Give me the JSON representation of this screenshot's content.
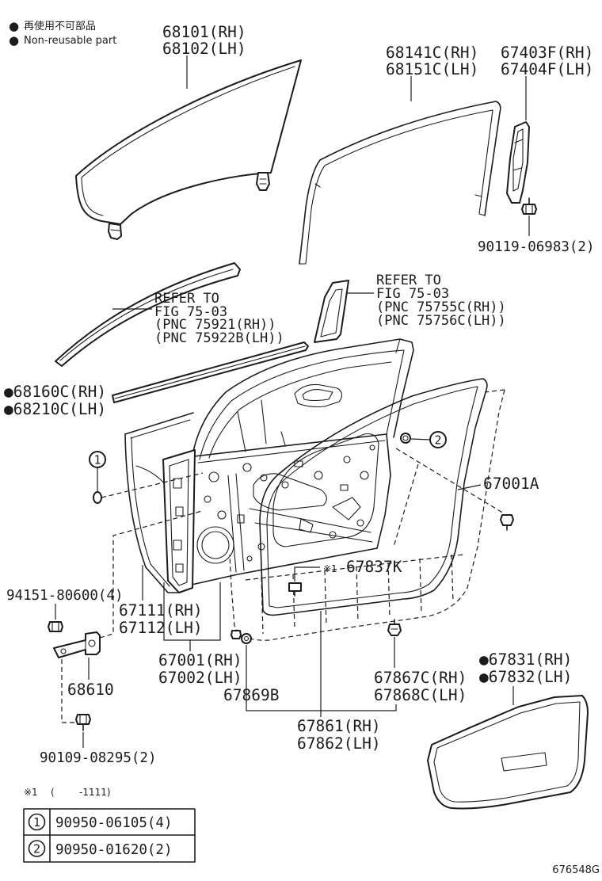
{
  "colors": {
    "ink": "#1c1c1c",
    "paper": "#ffffff"
  },
  "legend": {
    "bullet_1": "●",
    "text_jp": "再使用不可部品",
    "bullet_2": "●",
    "text_en": "Non-reusable part"
  },
  "callouts": {
    "p68101": {
      "rh": "68101(RH)",
      "lh": "68102(LH)"
    },
    "p68141C": {
      "rh": "68141C(RH)",
      "lh": "68151C(LH)"
    },
    "p67403F": {
      "rh": "67403F(RH)",
      "lh": "67404F(LH)"
    },
    "p90119": "90119-06983(2)",
    "p68160C": {
      "rh": "●68160C(RH)",
      "lh": "●68210C(LH)"
    },
    "p67001A": "67001A",
    "p67837K": {
      "mark": "※1",
      "number": "67837K"
    },
    "p94151": "94151-80600(4)",
    "p67111": {
      "rh": "67111(RH)",
      "lh": "67112(LH)"
    },
    "p67001": {
      "rh": "67001(RH)",
      "lh": "67002(LH)"
    },
    "p68610": "68610",
    "p67869B": "67869B",
    "p67831": {
      "rh": "●67831(RH)",
      "lh": "●67832(LH)"
    },
    "p67867C": {
      "rh": "67867C(RH)",
      "lh": "67868C(LH)"
    },
    "p67861": {
      "rh": "67861(RH)",
      "lh": "67862(LH)"
    },
    "p90109": "90109-08295(2)"
  },
  "references": [
    {
      "lines": [
        "REFER TO",
        "FIG 75-03",
        "(PNC 75921(RH))",
        "(PNC 75922B(LH))"
      ]
    },
    {
      "lines": [
        "REFER TO",
        "FIG 75-03",
        "(PNC 75755C(RH))",
        "(PNC 75756C(LH))"
      ]
    }
  ],
  "circle_callouts": {
    "c1": "1",
    "c2": "2"
  },
  "footnote": {
    "mark": "※1",
    "open": "(",
    "range": "-1111)"
  },
  "kit_table": [
    {
      "key": "1",
      "part": "90950-06105(4)"
    },
    {
      "key": "2",
      "part": "90950-01620(2)"
    }
  ],
  "figure_code": "676548G"
}
